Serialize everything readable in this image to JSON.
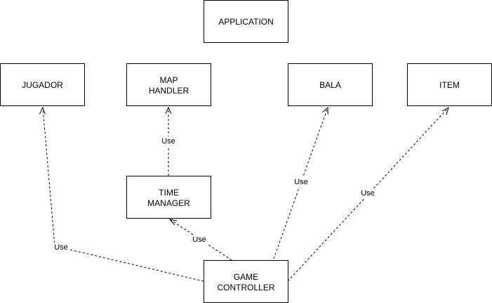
{
  "nodes": {
    "application": {
      "lines": [
        "APPLICATION"
      ]
    },
    "jugador": {
      "lines": [
        "JUGADOR"
      ]
    },
    "map_handler": {
      "lines": [
        "MAP",
        "HANDLER"
      ]
    },
    "bala": {
      "lines": [
        "BALA"
      ]
    },
    "item": {
      "lines": [
        "ITEM"
      ]
    },
    "time_manager": {
      "lines": [
        "TIME",
        "MANAGER"
      ]
    },
    "game_controller": {
      "lines": [
        "GAME",
        "CONTROLLER"
      ]
    }
  },
  "edges": {
    "gc_jugador": {
      "label": "Use",
      "from": "GAME CONTROLLER",
      "to": "JUGADOR"
    },
    "gc_time_manager": {
      "label": "Use",
      "from": "GAME CONTROLLER",
      "to": "TIME MANAGER"
    },
    "gc_bala": {
      "label": "Use",
      "from": "GAME CONTROLLER",
      "to": "BALA"
    },
    "gc_item": {
      "label": "Use",
      "from": "GAME CONTROLLER",
      "to": "ITEM"
    },
    "tm_map_handler": {
      "label": "Use",
      "from": "TIME MANAGER",
      "to": "MAP HANDLER"
    }
  },
  "style": {
    "stroke_color": "#000000",
    "fill_color": "#ffffff",
    "edge_style": "dashed",
    "arrowhead": "open"
  }
}
